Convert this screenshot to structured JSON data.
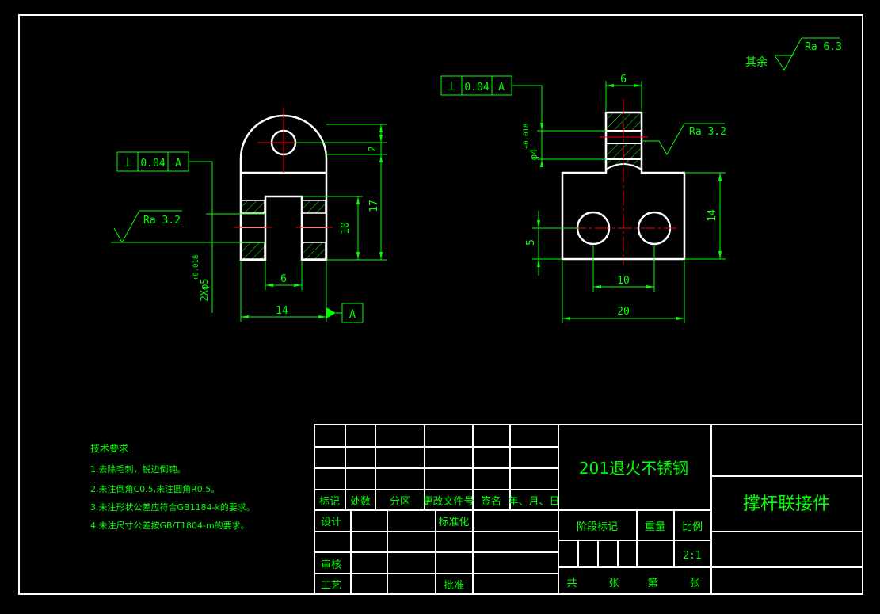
{
  "colors": {
    "background": "#000000",
    "outline": "#ffffff",
    "dimension": "#00ff00",
    "centerline": "#ff0000"
  },
  "annotations": {
    "other_surfaces": "其余",
    "roughness_general": "Ra 6.3",
    "roughness_left": "Ra 3.2",
    "roughness_right": "Ra 3.2",
    "tolerance_left": {
      "symbol": "⊥",
      "value": "0.04",
      "datum": "A"
    },
    "tolerance_right": {
      "symbol": "⊥",
      "value": "0.04",
      "datum": "A"
    },
    "datum_label": "A"
  },
  "dimensions": {
    "left": {
      "width": "14",
      "slot": "6",
      "height": "17",
      "slot_depth": "10",
      "hole_offset": "2",
      "hole_diameter": "2Xφ5",
      "hole_tolerance": "+0.018\n0"
    },
    "right": {
      "top_width": "6",
      "width": "20",
      "hole_spacing": "10",
      "height": "14",
      "hole_offset": "5",
      "bore_diameter": "φ4",
      "bore_tolerance": "+0.018\n0"
    }
  },
  "tech_requirements": {
    "title": "技术要求",
    "items": [
      "1.去除毛刺，锐边倒钝。",
      "2.未注倒角C0.5,未注圆角R0.5。",
      "3.未注形状公差应符合GB1184-k的要求。",
      "4.未注尺寸公差按GB/T1804-m的要求。"
    ]
  },
  "title_block": {
    "revision_headers": [
      "标记",
      "处数",
      "分区",
      "更改文件号",
      "签名",
      "年、月、日"
    ],
    "sign_labels": [
      "设计",
      "审核",
      "工艺"
    ],
    "standard": "标准化",
    "approve": "批准",
    "material": "201退火不锈钢",
    "part_name": "撑杆联接件",
    "stage": "阶段标记",
    "weight": "重量",
    "scale_label": "比例",
    "scale_value": "2:1",
    "total": "共",
    "sheets": "张",
    "page": "第",
    "sheet": "张"
  }
}
